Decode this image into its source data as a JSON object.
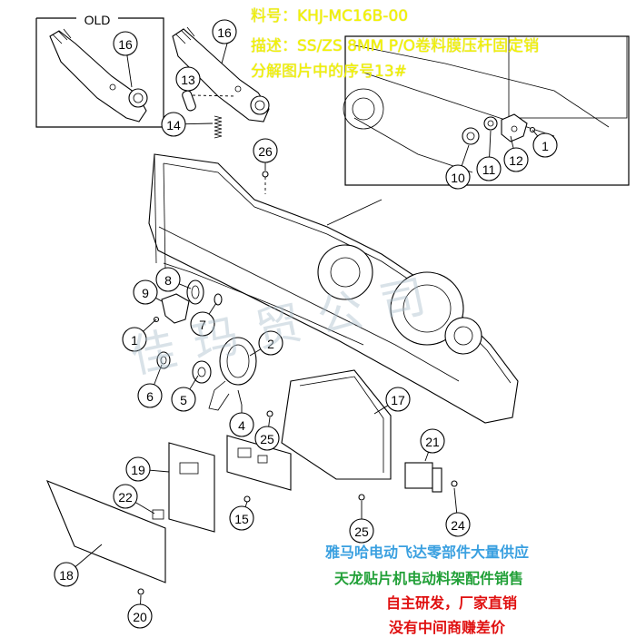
{
  "header": {
    "part_number": "料号：KHJ-MC16B-00",
    "description": "描述：SS/ZS 8MM P/O卷料膜压杆固定销",
    "note": "分解图片中的序号13#"
  },
  "inset": {
    "old_label": "OLD"
  },
  "callouts": [
    "1",
    "1",
    "2",
    "4",
    "5",
    "6",
    "7",
    "8",
    "9",
    "10",
    "11",
    "12",
    "13",
    "14",
    "15",
    "16",
    "16",
    "17",
    "18",
    "19",
    "20",
    "21",
    "22",
    "24",
    "25",
    "25",
    "26"
  ],
  "footer": {
    "line1": "雅马哈电动飞达零部件大量供应",
    "line2": "天龙贴片机电动料架配件销售",
    "line3": "自主研发，厂家直销",
    "line4": "没有中间商赚差价"
  },
  "watermark": "佳玛贸公司",
  "colors": {
    "header_text": "#f4f400",
    "footer_blue": "#3aa0e0",
    "footer_green": "#22a038",
    "footer_red": "#e01010"
  }
}
